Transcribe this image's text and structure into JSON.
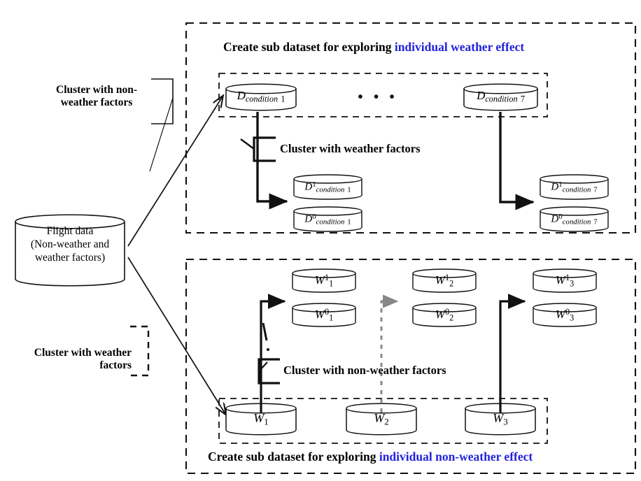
{
  "diagram": {
    "title_top": {
      "prefix": "Create sub dataset for exploring ",
      "highlight": "individual weather effect"
    },
    "title_bottom": {
      "prefix": "Create sub dataset for exploring ",
      "highlight": "individual non-weather effect"
    },
    "highlight_color": "#2222dd",
    "source_node": {
      "line1": "Flight data",
      "line2": "(Non-weather and",
      "line3": "weather factors)"
    },
    "callouts": {
      "cluster_non_weather_left": "Cluster with non-\nweather factors",
      "cluster_non_weather_left_l1": "Cluster with non-",
      "cluster_non_weather_left_l2": "weather factors",
      "cluster_weather_left_l1": "Cluster with weather",
      "cluster_weather_left_l2": "factors",
      "cluster_weather_inner": "Cluster with weather factors",
      "cluster_non_weather_inner": "Cluster with non-weather factors"
    },
    "ellipsis": "• • •",
    "vertical_ellipsis": "⋮",
    "top_section": {
      "condition_nodes": [
        {
          "name": "condition-dataset-1",
          "base": "D",
          "sub": "condition",
          "index": "1"
        },
        {
          "name": "condition-dataset-7",
          "base": "D",
          "sub": "condition",
          "index": "7"
        }
      ],
      "split_nodes": [
        {
          "name": "condition-1-treated",
          "base": "D",
          "sup": "1",
          "sub": "condition",
          "index": "1"
        },
        {
          "name": "condition-1-control",
          "base": "D",
          "sup": "0",
          "sub": "condition",
          "index": "1"
        },
        {
          "name": "condition-7-treated",
          "base": "D",
          "sup": "1",
          "sub": "condition",
          "index": "7"
        },
        {
          "name": "condition-7-control",
          "base": "D",
          "sup": "0",
          "sub": "condition",
          "index": "7"
        }
      ]
    },
    "bottom_section": {
      "weather_nodes": [
        {
          "name": "weather-cluster-1",
          "base": "W",
          "sub": "1"
        },
        {
          "name": "weather-cluster-2",
          "base": "W",
          "sub": "2"
        },
        {
          "name": "weather-cluster-3",
          "base": "W",
          "sub": "3"
        }
      ],
      "split_nodes": [
        {
          "name": "weather-1-treated",
          "base": "W",
          "sup": "1",
          "sub": "1"
        },
        {
          "name": "weather-1-control",
          "base": "W",
          "sup": "0",
          "sub": "1"
        },
        {
          "name": "weather-2-treated",
          "base": "W",
          "sup": "1",
          "sub": "2"
        },
        {
          "name": "weather-2-control",
          "base": "W",
          "sup": "0",
          "sub": "2"
        },
        {
          "name": "weather-3-treated",
          "base": "W",
          "sup": "1",
          "sub": "3"
        },
        {
          "name": "weather-3-control",
          "base": "W",
          "sup": "0",
          "sub": "3"
        }
      ]
    }
  }
}
